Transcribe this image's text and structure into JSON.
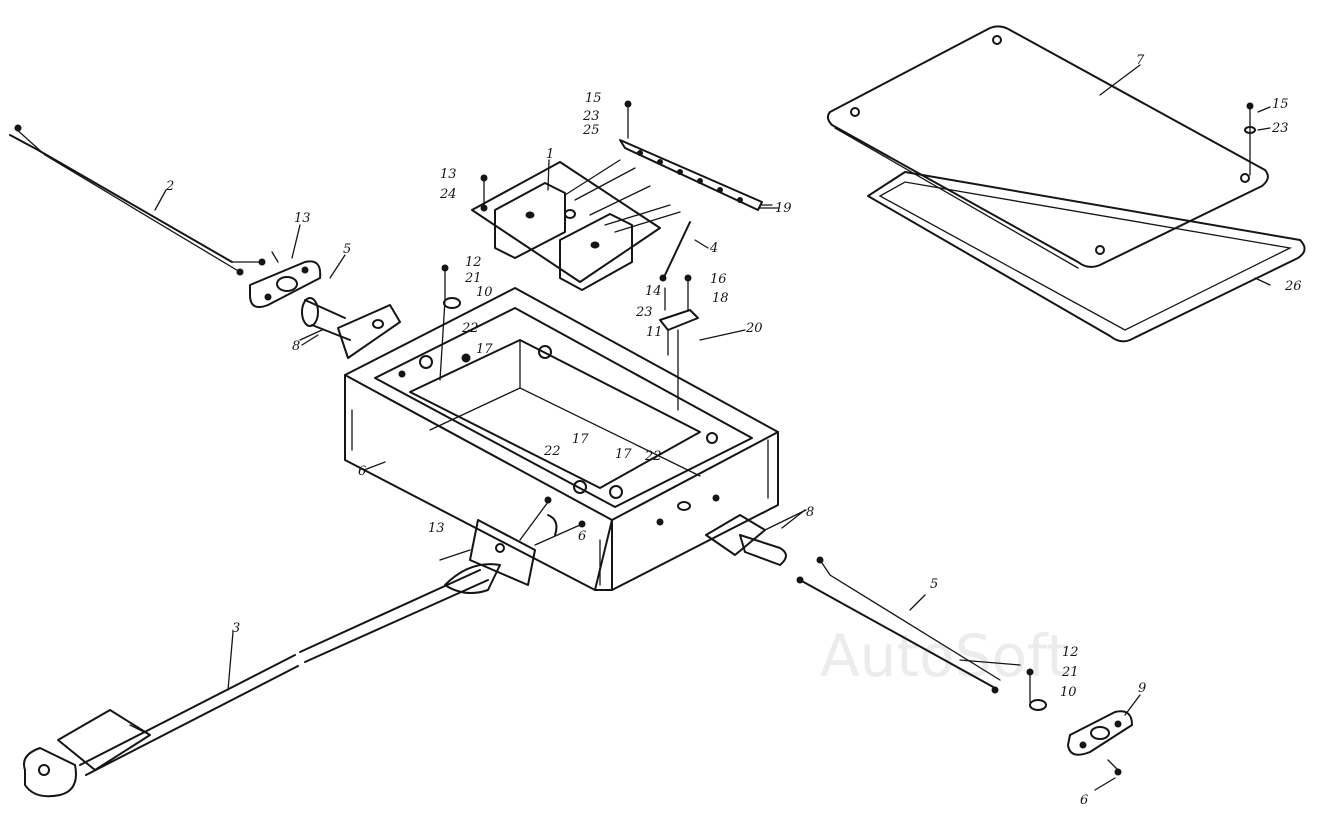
{
  "watermark": "AutoSoft",
  "labels": [
    {
      "id": "l1",
      "text": "1"
    },
    {
      "id": "l2",
      "text": "2"
    },
    {
      "id": "l3",
      "text": "3"
    },
    {
      "id": "l4",
      "text": "4"
    },
    {
      "id": "l5a",
      "text": "5"
    },
    {
      "id": "l5b",
      "text": "5"
    },
    {
      "id": "l6",
      "text": "6"
    },
    {
      "id": "l6b",
      "text": "6"
    },
    {
      "id": "l6c",
      "text": "6"
    },
    {
      "id": "l7",
      "text": "7"
    },
    {
      "id": "l8a",
      "text": "8"
    },
    {
      "id": "l8b",
      "text": "8"
    },
    {
      "id": "l9",
      "text": "9"
    },
    {
      "id": "l10a",
      "text": "10"
    },
    {
      "id": "l10b",
      "text": "10"
    },
    {
      "id": "l11",
      "text": "11"
    },
    {
      "id": "l12a",
      "text": "12"
    },
    {
      "id": "l12b",
      "text": "12"
    },
    {
      "id": "l13a",
      "text": "13"
    },
    {
      "id": "l13b",
      "text": "13"
    },
    {
      "id": "l13c",
      "text": "13"
    },
    {
      "id": "l14",
      "text": "14"
    },
    {
      "id": "l15a",
      "text": "15"
    },
    {
      "id": "l15b",
      "text": "15"
    },
    {
      "id": "l16",
      "text": "16"
    },
    {
      "id": "l17a",
      "text": "17"
    },
    {
      "id": "l17b",
      "text": "17"
    },
    {
      "id": "l17c",
      "text": "17"
    },
    {
      "id": "l18",
      "text": "18"
    },
    {
      "id": "l19",
      "text": "19"
    },
    {
      "id": "l20",
      "text": "20"
    },
    {
      "id": "l21a",
      "text": "21"
    },
    {
      "id": "l21b",
      "text": "21"
    },
    {
      "id": "l22a",
      "text": "22"
    },
    {
      "id": "l22b",
      "text": "22"
    },
    {
      "id": "l22c",
      "text": "22"
    },
    {
      "id": "l23a",
      "text": "23"
    },
    {
      "id": "l23b",
      "text": "23"
    },
    {
      "id": "l23c",
      "text": "23"
    },
    {
      "id": "l24",
      "text": "24"
    },
    {
      "id": "l25",
      "text": "25"
    },
    {
      "id": "l26",
      "text": "26"
    }
  ]
}
